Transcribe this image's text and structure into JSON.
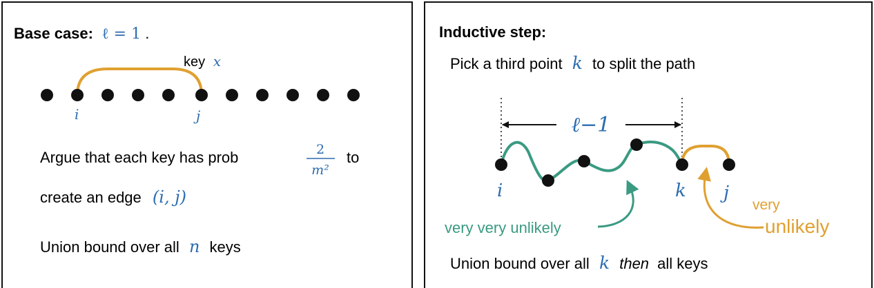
{
  "colors": {
    "blue": "#2b6cb0",
    "orange": "#e0a030",
    "green": "#3a9a82",
    "black": "#111111"
  },
  "left": {
    "title_bold": "Base case:",
    "title_math": "ℓ = 1",
    "title_end": ".",
    "key_label": "key",
    "key_var": "x",
    "label_i": "i",
    "label_j": "j",
    "line1_text": "Argue that each key has prob",
    "frac_num": "2",
    "frac_den": "m²",
    "line1_end": "to",
    "line2_text": "create an edge",
    "line2_math": "(i, j)",
    "line3_text": "Union bound over all",
    "line3_var": "n",
    "line3_end": "keys"
  },
  "right": {
    "title_bold": "Inductive step:",
    "pick_text": "Pick a third point",
    "pick_var": "k",
    "pick_end": "to split the path",
    "len_label": "ℓ−1",
    "label_i": "i",
    "label_k": "k",
    "label_j": "j",
    "green_label": "very very unlikely",
    "orange_small": "very",
    "orange_big": "unlikely",
    "bottom_text": "Union bound over all",
    "bottom_var": "k",
    "bottom_then": "then",
    "bottom_end": "all keys"
  }
}
